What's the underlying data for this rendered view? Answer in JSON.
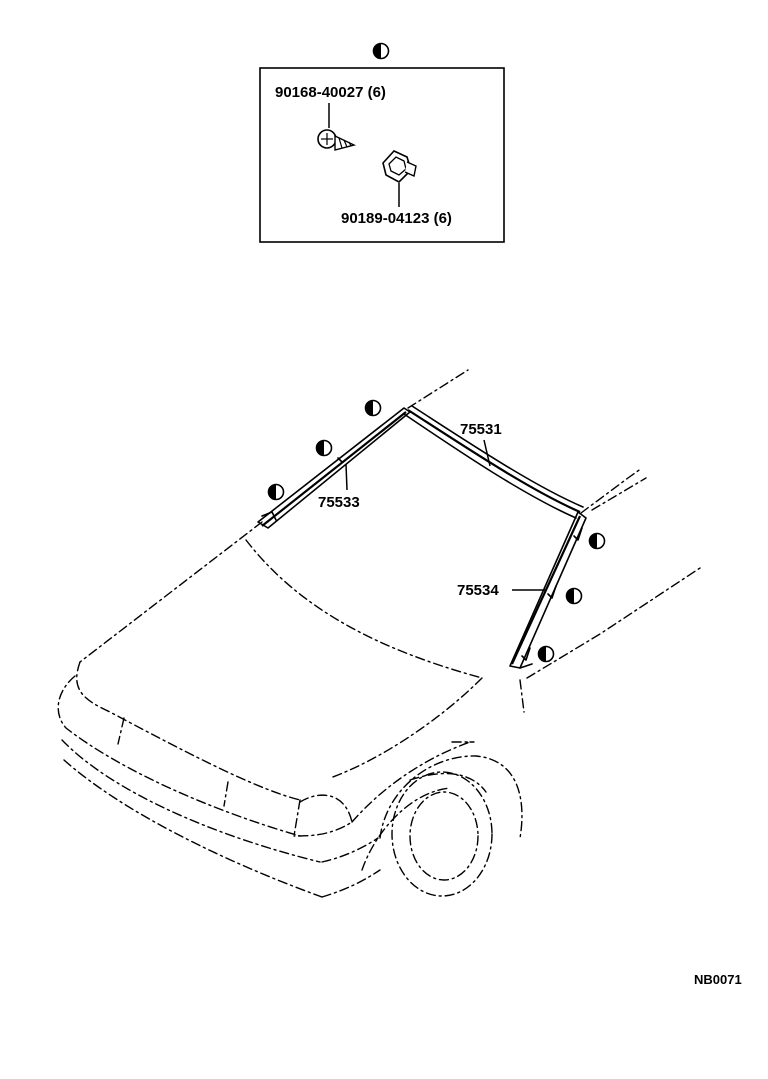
{
  "diagram": {
    "reference_code": "NB0071",
    "callouts": {
      "screw": "90168-40027 (6)",
      "clip": "90189-04123 (6)",
      "molding_top": "75531",
      "molding_left": "75533",
      "molding_right": "75534"
    },
    "icons": {
      "half_circle_marker": "half-filled-circle-icon"
    }
  }
}
